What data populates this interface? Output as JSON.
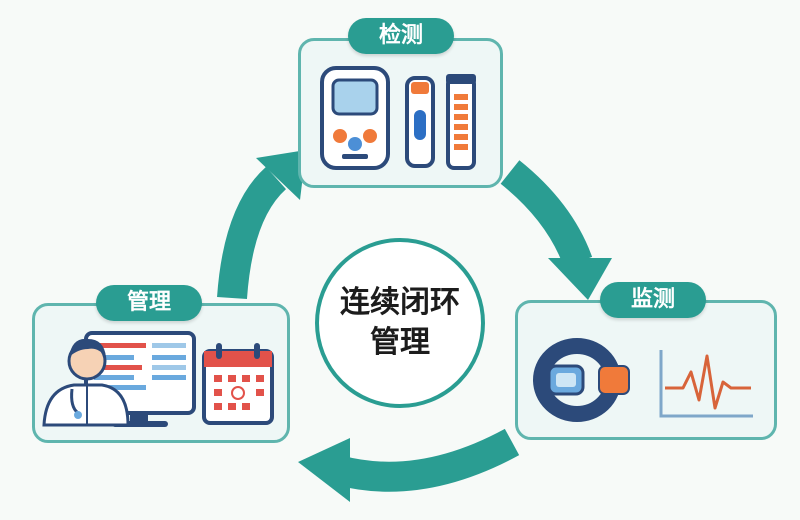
{
  "center": {
    "line1": "连续闭环",
    "line2": "管理"
  },
  "stages": {
    "detect": {
      "label": "检测"
    },
    "monitor": {
      "label": "监测"
    },
    "manage": {
      "label": "管理"
    }
  },
  "colors": {
    "primary": "#2a9d92",
    "card_border": "#5fb5ae",
    "card_fill": "#eef7f6",
    "device_blue": "#2c4a7a",
    "accent_orange": "#f07a3a",
    "accent_red": "#e2524a",
    "chart_line": "#d8643a"
  },
  "icons": [
    "glucose-meter-icon",
    "test-strip-icon",
    "test-tube-icon",
    "smartwatch-icon",
    "ecg-waveform-icon",
    "doctor-icon",
    "computer-monitor-icon",
    "calendar-icon",
    "cycle-arrow-icon"
  ]
}
